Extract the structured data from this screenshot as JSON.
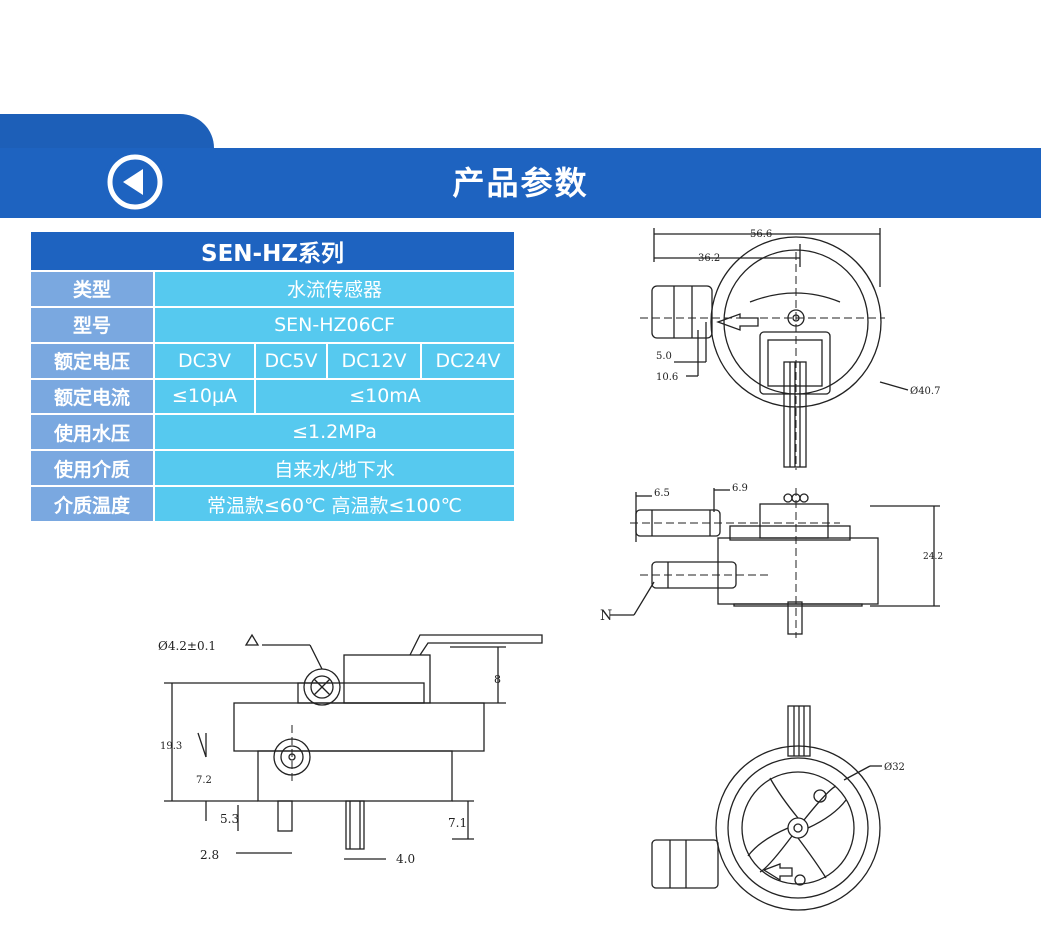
{
  "banner": {
    "title": "产品参数"
  },
  "table": {
    "title": "SEN-HZ系列",
    "rows": {
      "type": {
        "label": "类型",
        "value": "水流传感器"
      },
      "model": {
        "label": "型号",
        "value": "SEN-HZ06CF"
      },
      "voltage": {
        "label": "额定电压",
        "values": [
          "DC3V",
          "DC5V",
          "DC12V",
          "DC24V"
        ]
      },
      "current": {
        "label": "额定电流",
        "values": [
          "≤10μA",
          "≤10mA"
        ]
      },
      "pressure": {
        "label": "使用水压",
        "value": "≤1.2MPa"
      },
      "medium": {
        "label": "使用介质",
        "value": "自来水/地下水"
      },
      "temperature": {
        "label": "介质温度",
        "value": "常温款≤60℃ 高温款≤100℃"
      }
    }
  },
  "drawings": {
    "top_view": {
      "d_total": "56.6",
      "d_inlet": "36.2",
      "d1": "5.0",
      "d2": "10.6",
      "diameter": "Ø40.7"
    },
    "side_view_right": {
      "d1": "6.5",
      "d2": "6.9",
      "height": "24.2",
      "leader": "N"
    },
    "side_view_left": {
      "hole": "Ø4.2±0.1",
      "top": "8",
      "total_height": "19.3",
      "center": "7.2",
      "pin_len": "5.3",
      "pin_w": "2.8",
      "bottom": "7.1",
      "outlet_w": "4.0"
    },
    "bottom_view": {
      "diameter": "Ø32"
    }
  }
}
